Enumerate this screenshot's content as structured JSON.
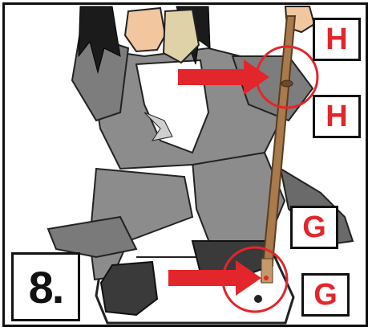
{
  "step_number": "8.",
  "labels": {
    "h_top": "H",
    "h_bottom": "H",
    "g_top": "G",
    "g_bottom": "G"
  },
  "colors": {
    "accent_red": "#e2262b",
    "pole": "#a87a4c",
    "fabric": "#8c8c8c",
    "fabric_dark": "#6a6a6a",
    "skin": "#f2c7a0"
  },
  "icons": {
    "arrow_upper": "arrow-right-icon",
    "arrow_lower": "arrow-right-icon",
    "circle_upper": "highlight-circle-icon",
    "circle_lower": "highlight-circle-icon"
  }
}
